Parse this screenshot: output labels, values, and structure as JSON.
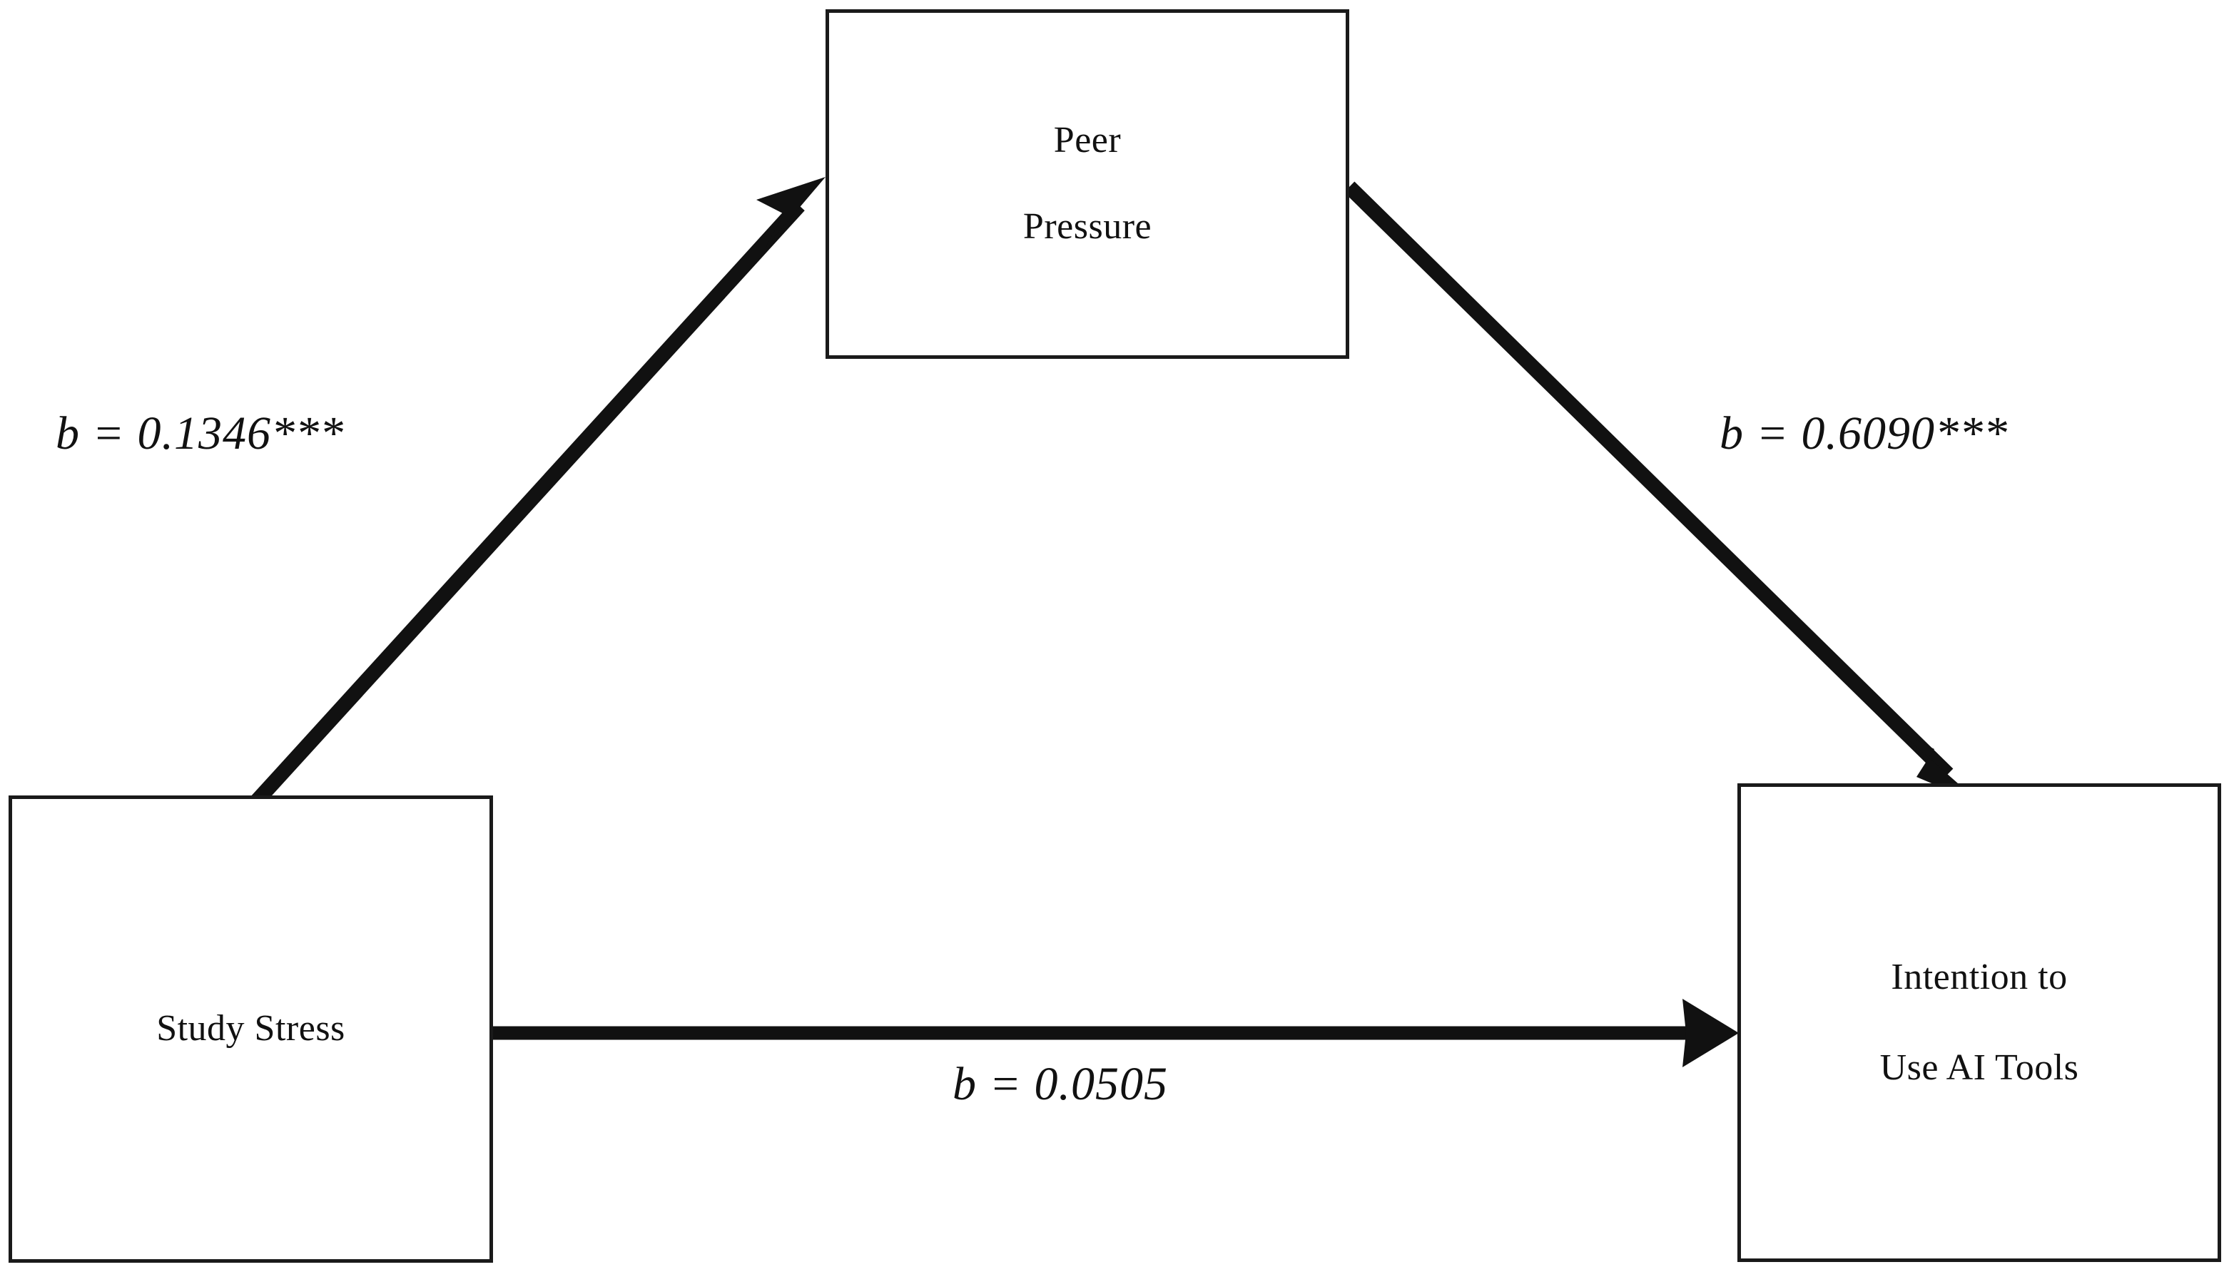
{
  "diagram": {
    "type": "mediation-path-model",
    "background": "#ffffff",
    "stroke_color": "#1a1a1a",
    "nodes": [
      {
        "id": "peer-pressure",
        "lines": [
          "Peer",
          "Pressure"
        ],
        "role": "mediator"
      },
      {
        "id": "study-stress",
        "lines": [
          "Study Stress"
        ],
        "role": "predictor"
      },
      {
        "id": "intention",
        "lines": [
          "Intention to",
          "Use AI Tools"
        ],
        "role": "outcome"
      }
    ],
    "edges": [
      {
        "id": "a-path",
        "from": "study-stress",
        "to": "peer-pressure",
        "label": "b = 0.1346***",
        "coefficient": 0.1346,
        "significance": "***"
      },
      {
        "id": "b-path",
        "from": "peer-pressure",
        "to": "intention",
        "label": "b = 0.6090***",
        "coefficient": 0.609,
        "significance": "***"
      },
      {
        "id": "c-path",
        "from": "study-stress",
        "to": "intention",
        "label": "b = 0.0505",
        "coefficient": 0.0505,
        "significance": ""
      }
    ]
  },
  "chart_data": {
    "type": "diagram",
    "title": "",
    "categories": [
      "a-path",
      "b-path",
      "c-path"
    ],
    "values": [
      0.1346,
      0.609,
      0.0505
    ],
    "annotations": [
      "b = 0.1346***",
      "b = 0.6090***",
      "b = 0.0505"
    ]
  }
}
